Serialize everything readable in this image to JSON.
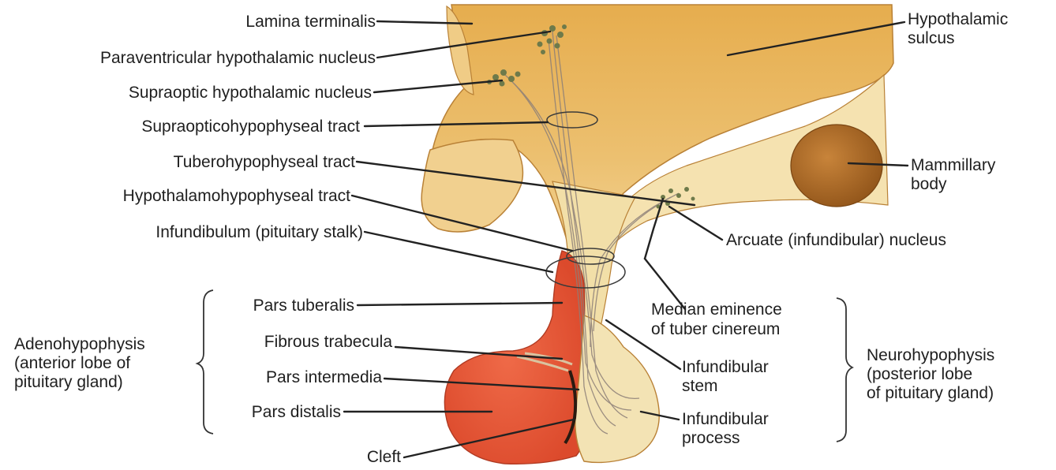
{
  "colors": {
    "hypothalamus": "#e8b45a",
    "hypothalamus_light": "#f3d597",
    "stalk": "#f2dfa8",
    "anterior_lobe": "#ea5c3c",
    "mammillary": "#b06a25",
    "nuclei": "#6e7a4a",
    "fibers": "#8c7f78"
  },
  "labels": {
    "lamina_terminalis": "Lamina terminalis",
    "paraventricular": "Paraventricular hypothalamic nucleus",
    "supraoptic": "Supraoptic hypothalamic nucleus",
    "supraopticohypophyseal": "Supraopticohypophyseal tract",
    "tuberohypophyseal": "Tuberohypophyseal tract",
    "hypothalamohypophyseal": "Hypothalamohypophyseal tract",
    "infundibulum": "Infundibulum (pituitary stalk)",
    "hypothalamic_sulcus": [
      "Hypothalamic",
      "sulcus"
    ],
    "mammillary_body": [
      "Mammillary",
      "body"
    ],
    "arcuate": "Arcuate (infundibular) nucleus",
    "median_eminence": [
      "Median eminence",
      "of tuber cinereum"
    ],
    "pars_tuberalis": "Pars tuberalis",
    "fibrous_trabecula": "Fibrous trabecula",
    "pars_intermedia": "Pars intermedia",
    "pars_distalis": "Pars distalis",
    "cleft": "Cleft",
    "infundibular_stem": [
      "Infundibular",
      "stem"
    ],
    "infundibular_process": [
      "Infundibular",
      "process"
    ],
    "adenohypophysis": [
      "Adenohypophysis",
      "(anterior lobe of",
      "pituitary gland)"
    ],
    "neurohypophysis": [
      "Neurohypophysis",
      "(posterior lobe",
      "of pituitary gland)"
    ]
  }
}
